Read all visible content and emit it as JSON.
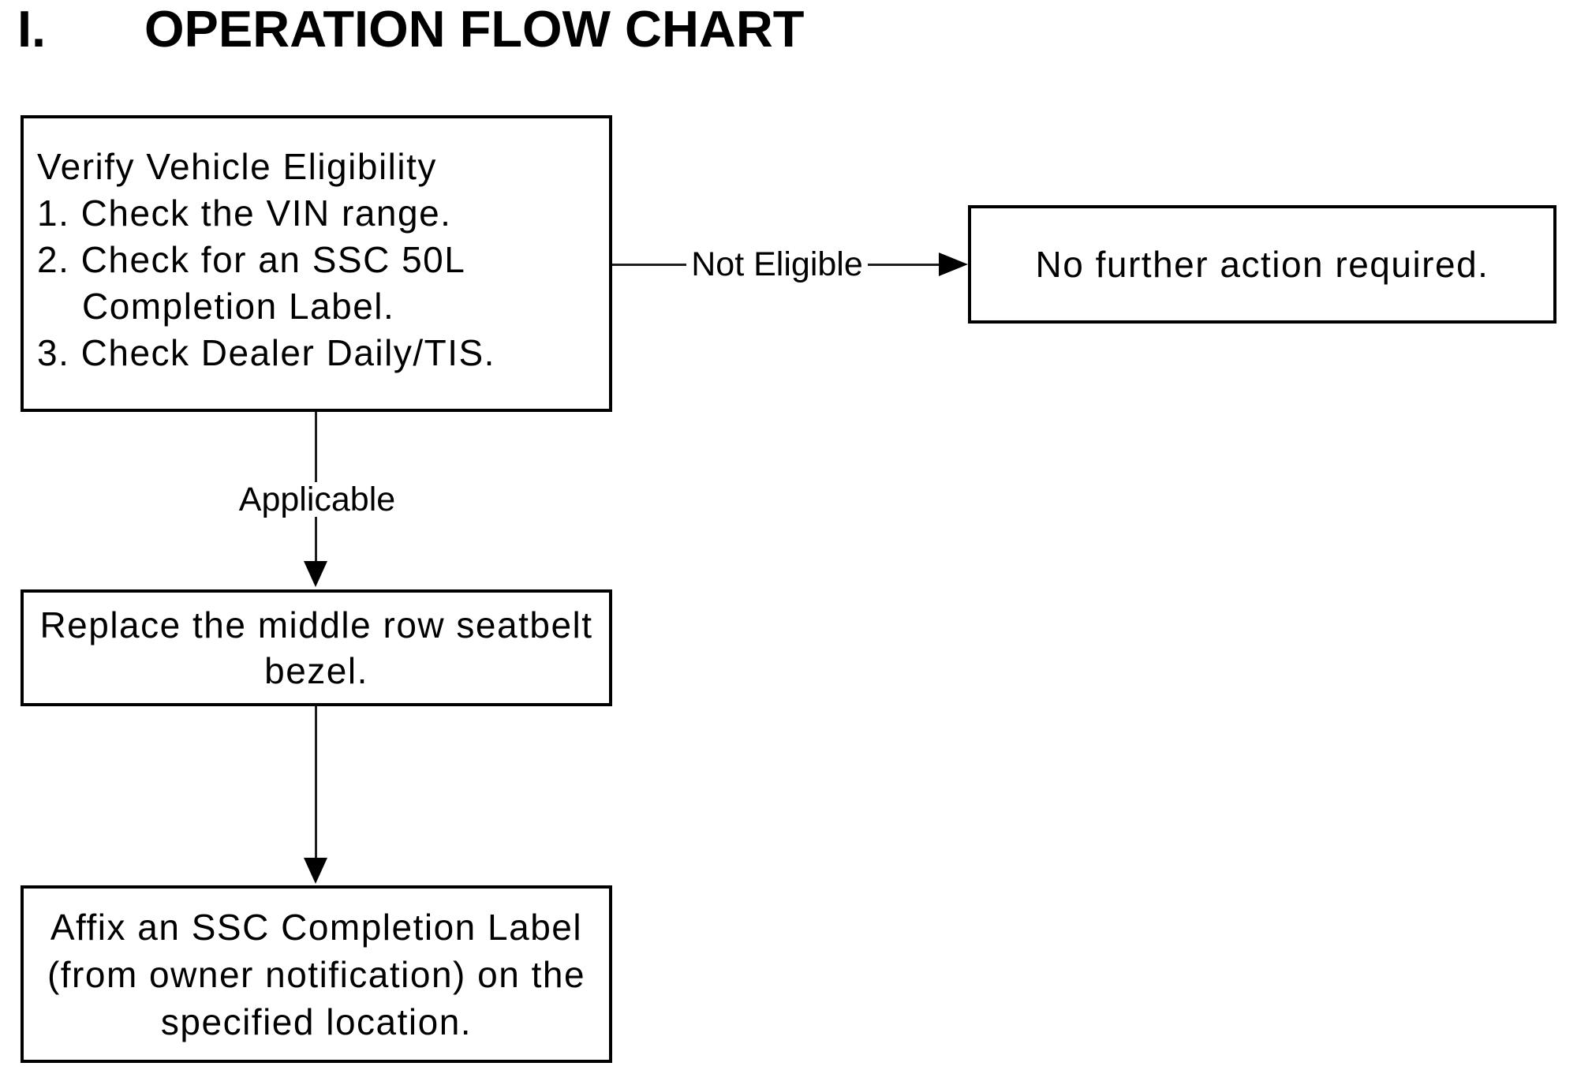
{
  "page": {
    "background": "#ffffff",
    "ink": "#000000"
  },
  "title": {
    "numeral": "I.",
    "text": "OPERATION FLOW CHART"
  },
  "flow": {
    "verify_box": {
      "lines": [
        "Verify Vehicle Eligibility",
        "1. Check the VIN range.",
        "2. Check for an SSC 50L",
        "Completion Label.",
        "3. Check Dealer Daily/TIS."
      ]
    },
    "no_action_box": {
      "text": "No further action required."
    },
    "replace_box": {
      "lines": [
        "Replace the middle row seatbelt",
        "bezel."
      ]
    },
    "affix_box": {
      "lines": [
        "Affix an SSC Completion Label",
        "(from owner notification) on the",
        "specified location."
      ]
    },
    "edges": {
      "not_eligible": "Not Eligible",
      "applicable": "Applicable"
    }
  }
}
